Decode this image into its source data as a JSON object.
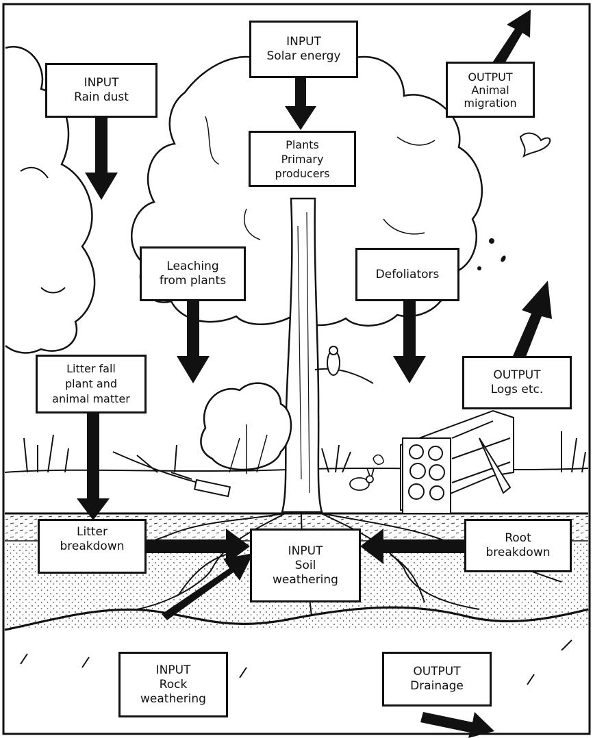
{
  "colors": {
    "ink": "#111111",
    "paper": "#ffffff",
    "soil_dot": "#333333"
  },
  "boxes": {
    "input_solar": [
      "INPUT",
      "Solar energy"
    ],
    "input_rain": [
      "INPUT",
      "Rain dust"
    ],
    "output_animal": [
      "OUTPUT",
      "Animal",
      "migration"
    ],
    "plants": [
      "Plants",
      "Primary",
      "producers"
    ],
    "leaching": [
      "Leaching",
      "from plants"
    ],
    "defoliators": [
      "Defoliators"
    ],
    "litter_fall": [
      "Litter fall",
      "plant and",
      "animal matter"
    ],
    "output_logs": [
      "OUTPUT",
      "Logs etc."
    ],
    "litter_breakdown": [
      "Litter",
      "breakdown"
    ],
    "input_soil": [
      "INPUT",
      "Soil",
      "weathering"
    ],
    "root_breakdown": [
      "Root",
      "breakdown"
    ],
    "input_rock": [
      "INPUT",
      "Rock",
      "weathering"
    ],
    "output_drainage": [
      "OUTPUT",
      "Drainage"
    ]
  },
  "icons": [
    "tree-illustration",
    "bird-icon",
    "flying-bird-icon",
    "rabbit-icon",
    "shrub-illustration",
    "log-pile-illustration",
    "fallen-branch-illustration",
    "mushroom-icon",
    "roots-illustration"
  ]
}
